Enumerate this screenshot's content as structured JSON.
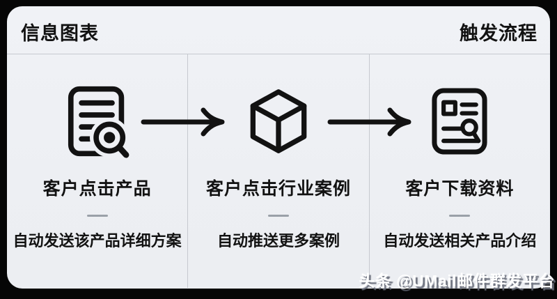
{
  "header": {
    "left_title": "信息图表",
    "right_title": "触发流程"
  },
  "steps": [
    {
      "icon": "document-search-icon",
      "title": "客户点击产品",
      "subtitle": "自动发送该产品详细方案"
    },
    {
      "icon": "cube-icon",
      "title": "客户点击行业案例",
      "subtitle": "自动推送更多案例"
    },
    {
      "icon": "document-report-icon",
      "title": "客户下载资料",
      "subtitle": "自动发送相关产品介绍"
    }
  ],
  "watermark": "头条 @UMail邮件群发平台",
  "colors": {
    "background": "#060606",
    "card": "#eef0f4",
    "text": "#121212",
    "divider": "#c6c9cf",
    "dash": "#9aa0a8",
    "watermark_text": "#ffffff"
  }
}
